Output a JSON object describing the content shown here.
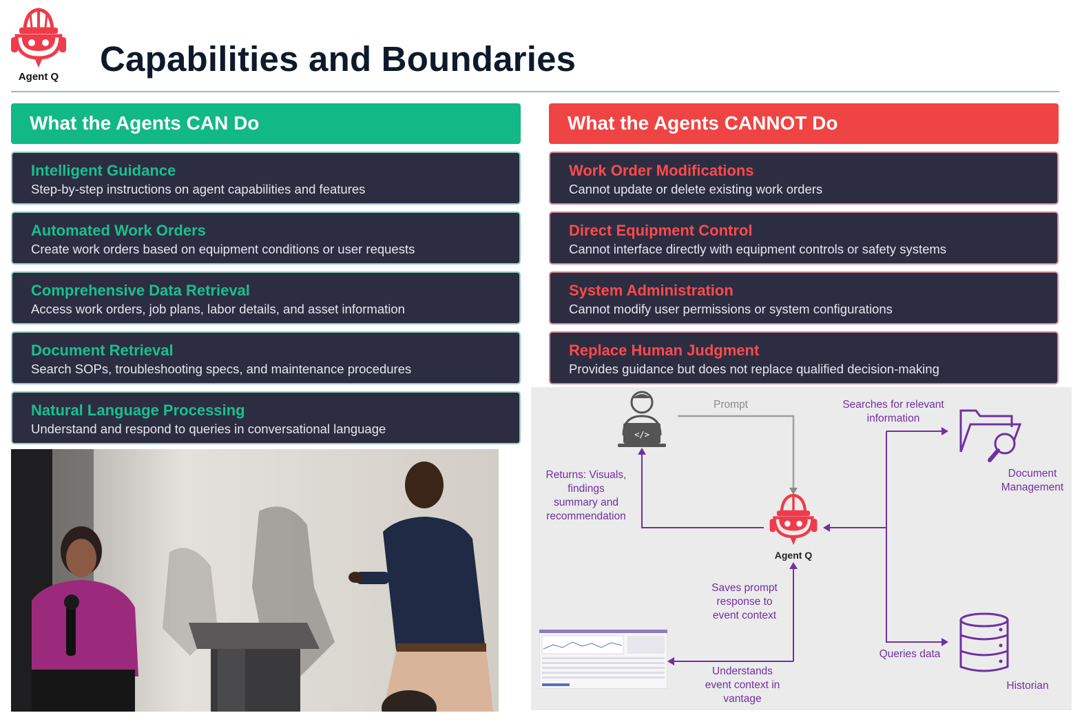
{
  "logo": {
    "label": "Agent Q"
  },
  "title": "Capabilities and Boundaries",
  "can": {
    "header": "What the Agents CAN Do",
    "items": [
      {
        "title": "Intelligent Guidance",
        "desc": "Step-by-step instructions on agent capabilities and features"
      },
      {
        "title": "Automated Work Orders",
        "desc": "Create work orders based on equipment conditions or user requests"
      },
      {
        "title": "Comprehensive Data Retrieval",
        "desc": "Access work orders, job plans, labor details, and asset information"
      },
      {
        "title": "Document Retrieval",
        "desc": "Search SOPs, troubleshooting specs, and maintenance procedures"
      },
      {
        "title": "Natural Language Processing",
        "desc": "Understand and respond to queries in conversational language"
      }
    ]
  },
  "cannot": {
    "header": "What the Agents CANNOT Do",
    "items": [
      {
        "title": "Work Order Modifications",
        "desc": "Cannot update or delete existing work orders"
      },
      {
        "title": "Direct Equipment Control",
        "desc": "Cannot interface directly with equipment controls or safety systems"
      },
      {
        "title": "System Administration",
        "desc": "Cannot modify user permissions or system configurations"
      },
      {
        "title": "Replace Human Judgment",
        "desc": "Provides guidance but does not replace qualified decision-making"
      }
    ]
  },
  "diagram": {
    "prompt": "Prompt",
    "returns": [
      "Returns: Visuals,",
      "findings",
      "summary and",
      "recommendation"
    ],
    "searches": [
      "Searches for relevant",
      "information"
    ],
    "doc_mgmt": [
      "Document",
      "Management"
    ],
    "agent": "Agent Q",
    "saves": [
      "Saves prompt",
      "response to",
      "event context"
    ],
    "understands": [
      "Understands",
      "event context in",
      "vantage"
    ],
    "queries": "Queries data",
    "historian": "Historian"
  },
  "colors": {
    "can_green": "#12b886",
    "cannot_red": "#ef4444",
    "card_bg": "#2d2d42",
    "diagram_purple": "#7030a0",
    "logo_red": "#ef3b4a"
  },
  "icons": [
    "agent-q-logo-icon",
    "user-laptop-icon",
    "folder-search-icon",
    "database-icon",
    "dashboard-thumbnail-icon"
  ]
}
